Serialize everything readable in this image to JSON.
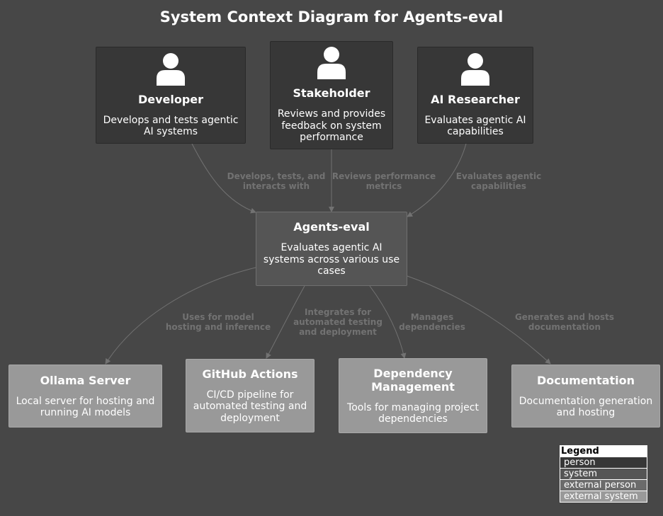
{
  "title": "System Context Diagram for Agents-eval",
  "colors": {
    "background": "#474747",
    "person": "#373737",
    "system": "#555555",
    "external_person": "#6b6b6b",
    "external_system": "#999999",
    "edge": "#727272"
  },
  "persons": [
    {
      "name": "Developer",
      "description": "Develops and tests agentic AI systems",
      "icon": "person-icon"
    },
    {
      "name": "Stakeholder",
      "description": "Reviews and provides feedback on system performance",
      "icon": "person-icon"
    },
    {
      "name": "AI Researcher",
      "description": "Evaluates agentic AI capabilities",
      "icon": "person-icon"
    }
  ],
  "system": {
    "name": "Agents-eval",
    "description": "Evaluates agentic AI systems across various use cases"
  },
  "external_systems": [
    {
      "name": "Ollama Server",
      "description": "Local server for hosting and running AI models"
    },
    {
      "name": "GitHub Actions",
      "description": "CI/CD pipeline for automated testing and deployment"
    },
    {
      "name": "Dependency Management",
      "description": "Tools for managing project dependencies"
    },
    {
      "name": "Documentation",
      "description": "Documentation generation and hosting"
    }
  ],
  "relationships": [
    {
      "from": "Developer",
      "to": "Agents-eval",
      "label": "Develops, tests, and interacts with"
    },
    {
      "from": "Stakeholder",
      "to": "Agents-eval",
      "label": "Reviews performance metrics"
    },
    {
      "from": "AI Researcher",
      "to": "Agents-eval",
      "label": "Evaluates agentic capabilities"
    },
    {
      "from": "Agents-eval",
      "to": "Ollama Server",
      "label": "Uses for model hosting and inference"
    },
    {
      "from": "Agents-eval",
      "to": "GitHub Actions",
      "label": "Integrates for automated testing and deployment"
    },
    {
      "from": "Agents-eval",
      "to": "Dependency Management",
      "label": "Manages dependencies"
    },
    {
      "from": "Agents-eval",
      "to": "Documentation",
      "label": "Generates and hosts documentation"
    }
  ],
  "legend": {
    "title": "Legend",
    "items": [
      "person",
      "system",
      "external person",
      "external system"
    ]
  }
}
